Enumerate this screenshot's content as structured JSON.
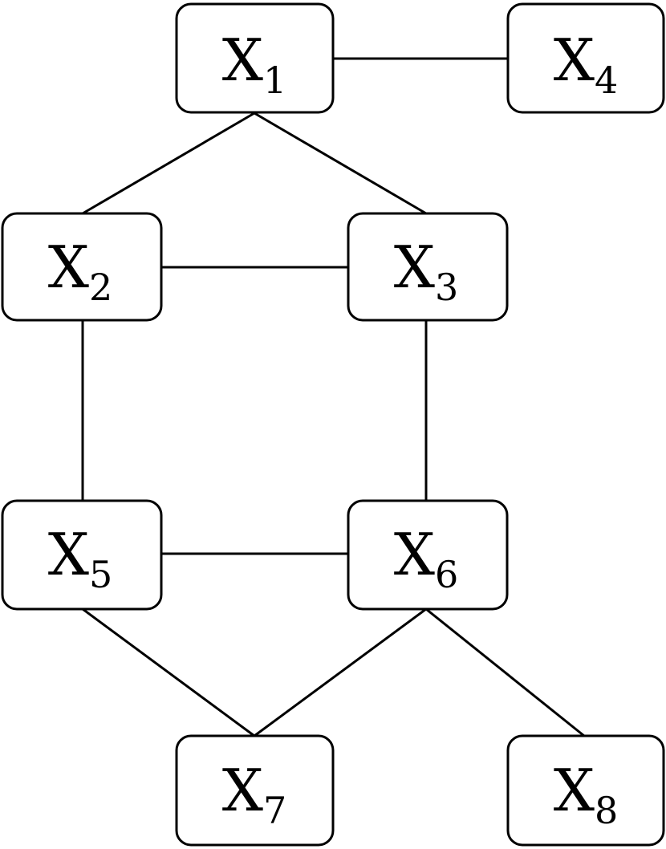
{
  "diagram": {
    "nodes": [
      {
        "id": "x1",
        "base": "X",
        "sub": "1"
      },
      {
        "id": "x2",
        "base": "X",
        "sub": "2"
      },
      {
        "id": "x3",
        "base": "X",
        "sub": "3"
      },
      {
        "id": "x4",
        "base": "X",
        "sub": "4"
      },
      {
        "id": "x5",
        "base": "X",
        "sub": "5"
      },
      {
        "id": "x6",
        "base": "X",
        "sub": "6"
      },
      {
        "id": "x7",
        "base": "X",
        "sub": "7"
      },
      {
        "id": "x8",
        "base": "X",
        "sub": "8"
      }
    ],
    "edges": [
      {
        "from": "x1",
        "to": "x4"
      },
      {
        "from": "x1",
        "to": "x2"
      },
      {
        "from": "x1",
        "to": "x3"
      },
      {
        "from": "x2",
        "to": "x3"
      },
      {
        "from": "x2",
        "to": "x5"
      },
      {
        "from": "x3",
        "to": "x6"
      },
      {
        "from": "x5",
        "to": "x6"
      },
      {
        "from": "x5",
        "to": "x7"
      },
      {
        "from": "x6",
        "to": "x7"
      },
      {
        "from": "x6",
        "to": "x8"
      }
    ]
  }
}
